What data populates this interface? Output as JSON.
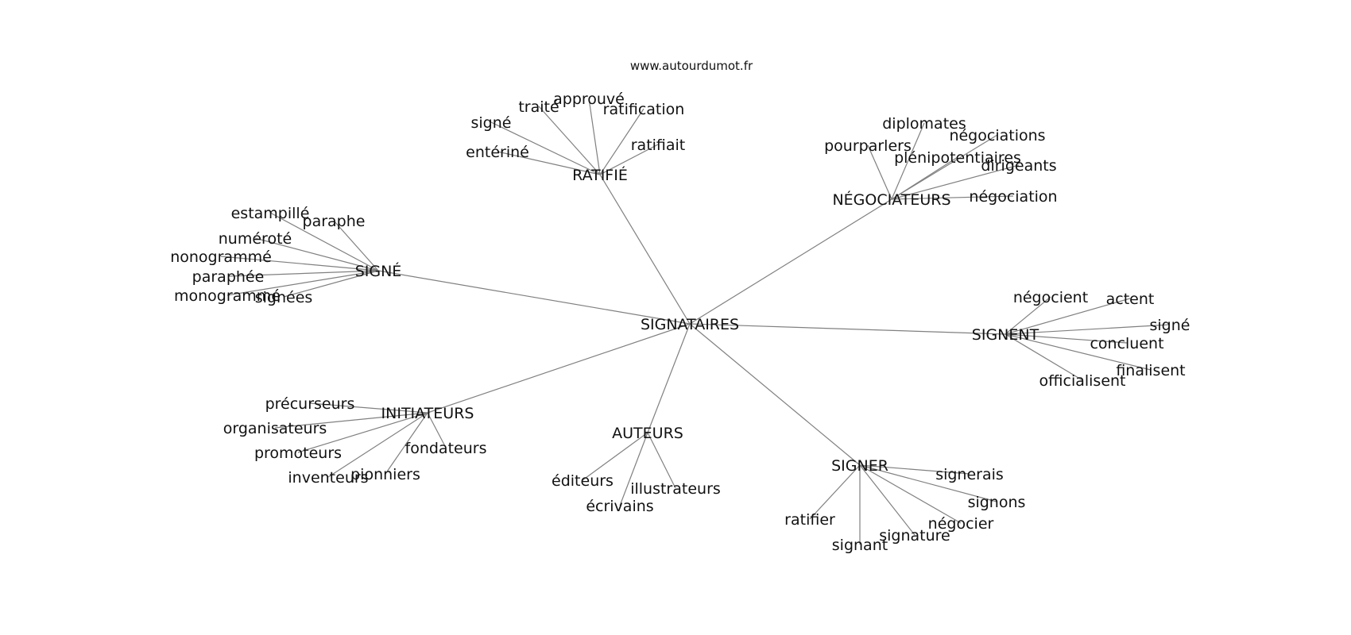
{
  "site": "www.autourdumot.fr",
  "center": "SIGNATAIRES",
  "hubs": [
    {
      "label": "RATIFIÉ",
      "leaves": [
        "signé",
        "traité",
        "approuvé",
        "ratification",
        "ratifiait",
        "entériné"
      ]
    },
    {
      "label": "NÉGOCIATEURS",
      "leaves": [
        "pourparlers",
        "diplomates",
        "négociations",
        "plénipotentiaires",
        "dirigeants",
        "négociation"
      ]
    },
    {
      "label": "SIGNÉ",
      "leaves": [
        "estampillé",
        "paraphe",
        "numéroté",
        "nonogrammé",
        "paraphée",
        "monogrammé",
        "signées"
      ]
    },
    {
      "label": "SIGNENT",
      "leaves": [
        "négocient",
        "actent",
        "signé",
        "concluent",
        "finalisent",
        "officialisent"
      ]
    },
    {
      "label": "INITIATEURS",
      "leaves": [
        "précurseurs",
        "organisateurs",
        "promoteurs",
        "inventeurs",
        "pionniers",
        "fondateurs"
      ]
    },
    {
      "label": "AUTEURS",
      "leaves": [
        "éditeurs",
        "écrivains",
        "illustrateurs"
      ]
    },
    {
      "label": "SIGNER",
      "leaves": [
        "signerais",
        "signons",
        "négocier",
        "signature",
        "signant",
        "ratifier"
      ]
    }
  ]
}
